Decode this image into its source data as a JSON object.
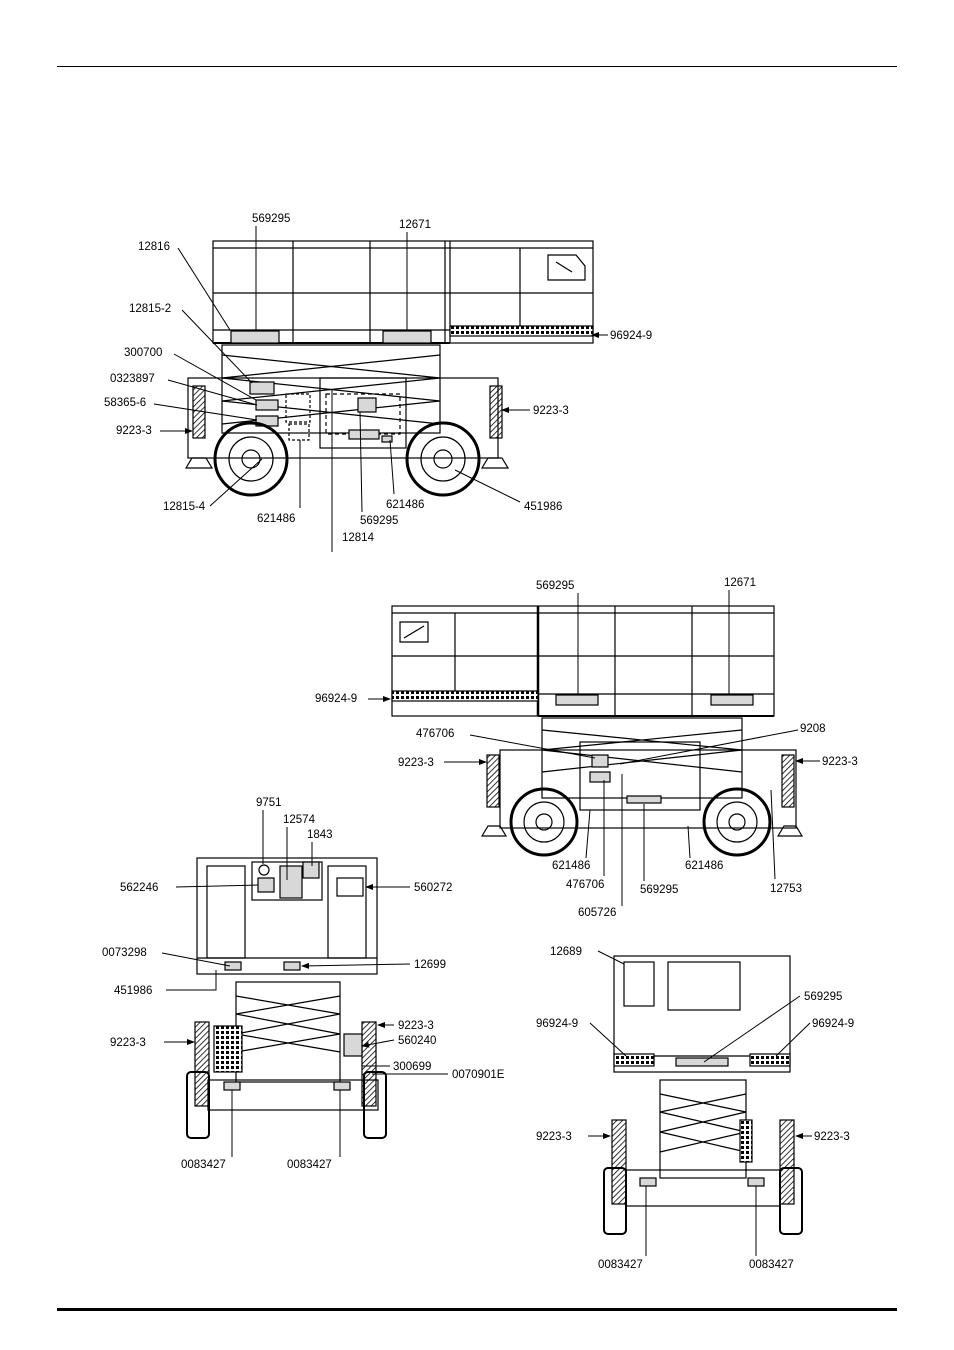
{
  "side_view_left": {
    "labels": [
      "12816",
      "569295",
      "12671",
      "12815-2",
      "300700",
      "0323897",
      "58365-6",
      "9223-3",
      "96924-9",
      "9223-3",
      "12815-4",
      "621486",
      "12814",
      "569295",
      "621486",
      "451986"
    ]
  },
  "side_view_right": {
    "labels": [
      "569295",
      "12671",
      "96924-9",
      "476706",
      "9208",
      "9223-3",
      "9223-3",
      "621486",
      "476706",
      "605726",
      "569295",
      "621486",
      "12753"
    ]
  },
  "end_view_left": {
    "labels": [
      "9751",
      "12574",
      "1843",
      "562246",
      "560272",
      "0073298",
      "12699",
      "451986",
      "9223-3",
      "9223-3",
      "560240",
      "300699",
      "0070901E",
      "0083427",
      "0083427"
    ]
  },
  "end_view_right": {
    "labels": [
      "12689",
      "569295",
      "96924-9",
      "96924-9",
      "9223-3",
      "9223-3",
      "0083427",
      "0083427"
    ]
  }
}
